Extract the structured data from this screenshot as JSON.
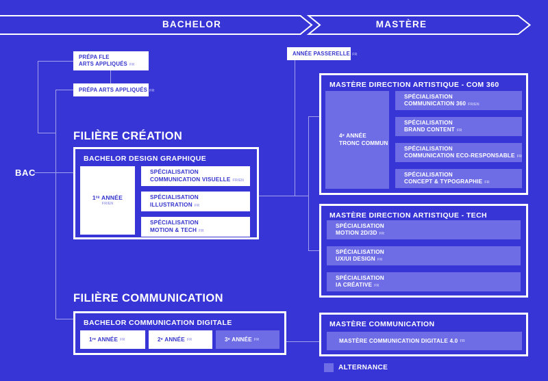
{
  "palette": {
    "background": "#3835d6",
    "panel_light": "#6f6de6",
    "box_white": "#ffffff",
    "text_blue": "#3433cd",
    "lang_muted": "#a2a1ee",
    "connector": "#a3a1ea",
    "frame_border": "#ffffff"
  },
  "timeline": {
    "bachelor": "BACHELOR",
    "mastere": "MASTÈRE"
  },
  "bac_label": "BAC",
  "prepa_fle": {
    "line1": "PRÉPA FLE",
    "line2": "ARTS APPLIQUÉS",
    "lang": "FR"
  },
  "prepa_arts": {
    "label": "PRÉPA ARTS APPLIQUÉS",
    "lang": "FR"
  },
  "passerelle": {
    "label": "ANNÉE PASSERELLE",
    "lang": "FR"
  },
  "creation": {
    "heading": "FILIÈRE CRÉATION",
    "bachelor_design": {
      "title": "BACHELOR DESIGN GRAPHIQUE",
      "year": {
        "label": "1ʳᵉ ANNÉE",
        "lang": "FR/EN"
      },
      "specs": [
        {
          "top": "SPÉCIALISATION",
          "name": "COMMUNICATION VISUELLE",
          "lang": "FR/EN"
        },
        {
          "top": "SPÉCIALISATION",
          "name": "ILLUSTRATION",
          "lang": "FR"
        },
        {
          "top": "SPÉCIALISATION",
          "name": "MOTION & TECH",
          "lang": "FR"
        }
      ]
    }
  },
  "mastere_com360": {
    "title": "MASTÈRE DIRECTION ARTISTIQUE - COM 360",
    "tronc": {
      "line1": "4ᵉ ANNÉE",
      "line2": "TRONC COMMUN"
    },
    "specs": [
      {
        "top": "SPÉCIALISATION",
        "name": "COMMUNICATION 360",
        "lang": "FR/EN"
      },
      {
        "top": "SPÉCIALISATION",
        "name": "BRAND CONTENT",
        "lang": "FR"
      },
      {
        "top": "SPÉCIALISATION",
        "name": "COMMUNICATION ECO-RESPONSABLE",
        "lang": "FR"
      },
      {
        "top": "SPÉCIALISATION",
        "name": "CONCEPT & TYPOGRAPHIE",
        "lang": "FR"
      }
    ]
  },
  "mastere_tech": {
    "title": "MASTÈRE DIRECTION ARTISTIQUE - TECH",
    "specs": [
      {
        "top": "SPÉCIALISATION",
        "name": "MOTION 2D/3D",
        "lang": "FR"
      },
      {
        "top": "SPÉCIALISATION",
        "name": "UX/UI DESIGN",
        "lang": "FR"
      },
      {
        "top": "SPÉCIALISATION",
        "name": "IA CRÉATIVE",
        "lang": "FR"
      }
    ]
  },
  "communication": {
    "heading": "FILIÈRE COMMUNICATION",
    "bachelor_digital": {
      "title": "BACHELOR COMMUNICATION DIGITALE",
      "years": [
        {
          "label": "1ʳᵉ ANNÉE",
          "lang": "FR",
          "alternance": false
        },
        {
          "label": "2ᵉ ANNÉE",
          "lang": "FR",
          "alternance": false
        },
        {
          "label": "3ᵉ ANNÉE",
          "lang": "FR",
          "alternance": true
        }
      ]
    },
    "mastere_communication": {
      "title": "MASTÈRE COMMUNICATION",
      "program": {
        "label": "MASTÈRE COMMUNICATION DIGITALE 4.0",
        "lang": "FR"
      }
    }
  },
  "legend": {
    "label": "ALTERNANCE"
  }
}
